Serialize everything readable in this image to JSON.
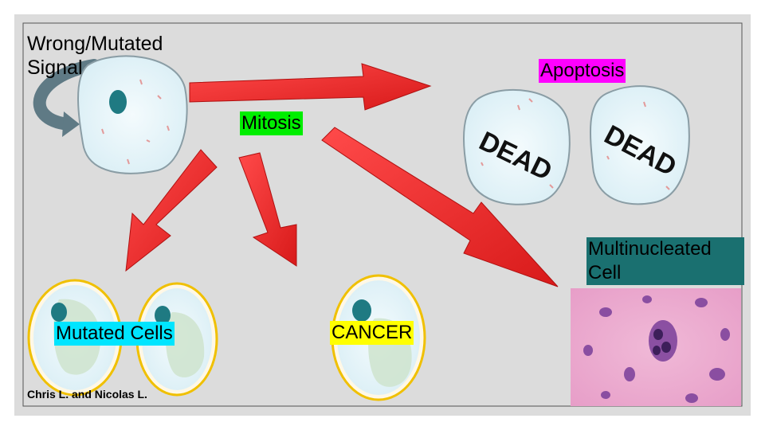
{
  "title": "Wrong/Mutated Signal",
  "labels": {
    "apoptosis": "Apoptosis",
    "mitosis": "Mitosis",
    "multinucleated": "Multinucleated Cell",
    "mutated_cells": "Mutated Cells",
    "cancer": "CANCER",
    "credits": "Chris L. and Nicolas L.",
    "dead_1": "DEAD",
    "dead_2": "DEAD"
  },
  "colors": {
    "background": "#dcdcdc",
    "arrow": "#ee2222",
    "apoptosis_highlight": "#ff00ff",
    "mitosis_highlight": "#00ee00",
    "multinucleated_highlight": "#1a7070",
    "mutated_highlight": "#00e5ff",
    "cancer_highlight": "#ffff00",
    "cell_fill": "#e8f6fa",
    "nucleus": "#1f7a82"
  },
  "icons": [
    "curved-arrow-icon",
    "cell-icon",
    "tissue-image"
  ]
}
